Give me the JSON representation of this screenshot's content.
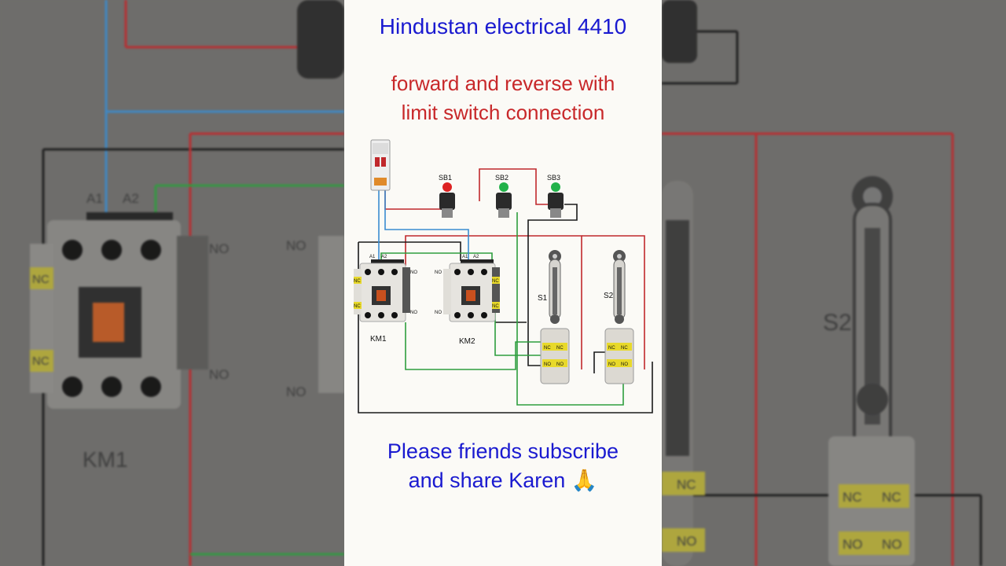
{
  "header": {
    "title": "Hindustan electrical 4410",
    "subtitle_line1": "forward and reverse with",
    "subtitle_line2": "limit switch connection"
  },
  "footer": {
    "line1": "Please friends subscribe",
    "line2": "and share Karen 🙏"
  },
  "diagram": {
    "buttons": {
      "sb1": "SB1",
      "sb2": "SB2",
      "sb3": "SB3"
    },
    "contactors": {
      "km1": "KM1",
      "km2": "KM2"
    },
    "terminals": {
      "a1": "A1",
      "a2": "A2",
      "no": "NO",
      "nc": "NC"
    },
    "limit_switches": {
      "s1": "S1",
      "s2": "S2"
    }
  },
  "background": {
    "left": {
      "a1": "A1",
      "a2": "A2",
      "nc": "NC",
      "no": "NO",
      "km1": "KM1"
    },
    "right": {
      "s2": "S2",
      "nc": "NC",
      "no": "NO"
    }
  },
  "colors": {
    "title": "#1a1ad0",
    "subtitle": "#c8282a",
    "footer": "#1a1ad0",
    "wire_red": "#c0282c",
    "wire_green": "#2e9e3e",
    "wire_blue": "#3a8cd0",
    "wire_black": "#1a1a1a"
  }
}
